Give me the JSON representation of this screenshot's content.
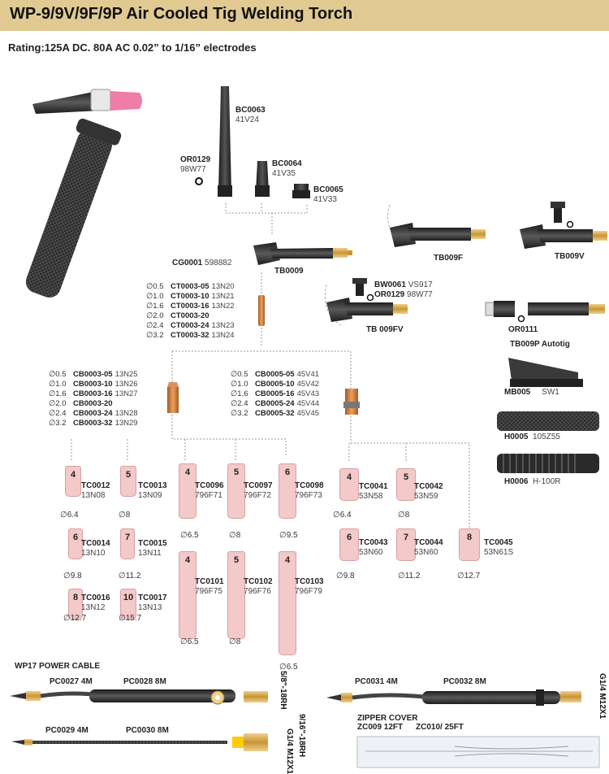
{
  "header": {
    "title": "WP-9/9V/9F/9P Air Cooled Tig Welding Torch",
    "rating": "Rating:125A DC. 80A AC 0.02” to 1/16” electrodes"
  },
  "back_caps": [
    {
      "code": "BC0063",
      "alt": "41V24"
    },
    {
      "code": "BC0064",
      "alt": "41V35"
    },
    {
      "code": "BC0065",
      "alt": "41V33"
    }
  ],
  "o_rings": [
    {
      "code": "OR0129",
      "alt": "98W77"
    },
    {
      "code": "OR0129",
      "alt": "98W77"
    },
    {
      "code": "OR0111",
      "alt": ""
    }
  ],
  "torch_bodies": [
    {
      "code": "TB0009"
    },
    {
      "code": "TB009F"
    },
    {
      "code": "TB009V"
    },
    {
      "code": "TB 009FV"
    },
    {
      "code": "TB009P Autotig"
    }
  ],
  "valve": {
    "code": "BW0061",
    "alt": "VS917"
  },
  "gas_lens_holder": {
    "code": "CG0001",
    "alt": "598882"
  },
  "collets": [
    {
      "dia": "∅0.5",
      "code": "CT0003-05",
      "alt": "13N20"
    },
    {
      "dia": "∅1.0",
      "code": "CT0003-10",
      "alt": "13N21"
    },
    {
      "dia": "∅1.6",
      "code": "CT0003-16",
      "alt": "13N22"
    },
    {
      "dia": "∅2.0",
      "code": "CT0003-20",
      "alt": ""
    },
    {
      "dia": "∅2.4",
      "code": "CT0003-24",
      "alt": "13N23"
    },
    {
      "dia": "∅3.2",
      "code": "CT0003-32",
      "alt": "13N24"
    }
  ],
  "collet_bodies": [
    {
      "dia": "∅0.5",
      "code": "CB0003-05",
      "alt": "13N25"
    },
    {
      "dia": "∅1.0",
      "code": "CB0003-10",
      "alt": "13N26"
    },
    {
      "dia": "∅1.6",
      "code": "CB0003-16",
      "alt": "13N27"
    },
    {
      "dia": "∅2.0",
      "code": "CB0003-20",
      "alt": ""
    },
    {
      "dia": "∅2.4",
      "code": "CB0003-24",
      "alt": "13N28"
    },
    {
      "dia": "∅3.2",
      "code": "CB0003-32",
      "alt": "13N29"
    }
  ],
  "gas_lenses": [
    {
      "dia": "∅0.5",
      "code": "CB0005-05",
      "alt": "45V41"
    },
    {
      "dia": "∅1.0",
      "code": "CB0005-10",
      "alt": "45V42"
    },
    {
      "dia": "∅1.6",
      "code": "CB0005-16",
      "alt": "45V43"
    },
    {
      "dia": "∅2.4",
      "code": "CB0005-24",
      "alt": "45V44"
    },
    {
      "dia": "∅3.2",
      "code": "CB0005-32",
      "alt": "45V45"
    }
  ],
  "cups": [
    {
      "num": "4",
      "code": "TC0012",
      "alt": "13N08",
      "dia": "∅6.4"
    },
    {
      "num": "5",
      "code": "TC0013",
      "alt": "13N09",
      "dia": "∅8"
    },
    {
      "num": "6",
      "code": "TC0014",
      "alt": "13N10",
      "dia": "∅9.8"
    },
    {
      "num": "7",
      "code": "TC0015",
      "alt": "13N11",
      "dia": "∅11.2"
    },
    {
      "num": "8",
      "code": "TC0016",
      "alt": "13N12",
      "dia": "∅12.7"
    },
    {
      "num": "10",
      "code": "TC0017",
      "alt": "13N13",
      "dia": "∅15.7"
    },
    {
      "num": "4",
      "code": "TC0096",
      "alt": "796F71",
      "dia": "∅6.5"
    },
    {
      "num": "5",
      "code": "TC0097",
      "alt": "796F72",
      "dia": "∅8"
    },
    {
      "num": "6",
      "code": "TC0098",
      "alt": "796F73",
      "dia": "∅9.5"
    },
    {
      "num": "4",
      "code": "TC0101",
      "alt": "796F75",
      "dia": "∅6.5"
    },
    {
      "num": "5",
      "code": "TC0102",
      "alt": "796F76",
      "dia": "∅8"
    },
    {
      "num": "4",
      "code": "TC0103",
      "alt": "796F79",
      "dia": "∅6.5"
    },
    {
      "num": "4",
      "code": "TC0041",
      "alt": "53N58",
      "dia": "∅6.4"
    },
    {
      "num": "5",
      "code": "TC0042",
      "alt": "53N59",
      "dia": "∅8"
    },
    {
      "num": "6",
      "code": "TC0043",
      "alt": "53N60",
      "dia": "∅9.8"
    },
    {
      "num": "7",
      "code": "TC0044",
      "alt": "53N60",
      "dia": "∅11.2"
    },
    {
      "num": "8",
      "code": "TC0045",
      "alt": "53N61S",
      "dia": "∅12.7"
    }
  ],
  "accessories": [
    {
      "code": "MB005",
      "alt": "SW1"
    },
    {
      "code": "H0005",
      "alt": "105Z55"
    },
    {
      "code": "H0006",
      "alt": "H-100R"
    }
  ],
  "cables": {
    "section_title": "WP17 POWER CABLE",
    "items": [
      {
        "code": "PC0027",
        "length": "4M"
      },
      {
        "code": "PC0028",
        "length": "8M"
      },
      {
        "code": "PC0029",
        "length": "4M"
      },
      {
        "code": "PC0030",
        "length": "8M"
      },
      {
        "code": "PC0031",
        "length": "4M"
      },
      {
        "code": "PC0032",
        "length": "8M"
      }
    ],
    "thread_labels": [
      "5/8\"-18RH",
      "G1/4 M12X1",
      "9/16\"-18RH",
      "G1/4 M12X1"
    ]
  },
  "zipper": {
    "title": "ZIPPER COVER",
    "items": [
      {
        "label": "ZC009 12FT"
      },
      {
        "label": "ZC010/ 25FT"
      }
    ]
  },
  "colors": {
    "title_bar": "#e0ca92",
    "cup": "#f3c9c9",
    "torch_body": "#3a3a3a",
    "brass": "#d9a950",
    "copper": "#c47a3a"
  }
}
